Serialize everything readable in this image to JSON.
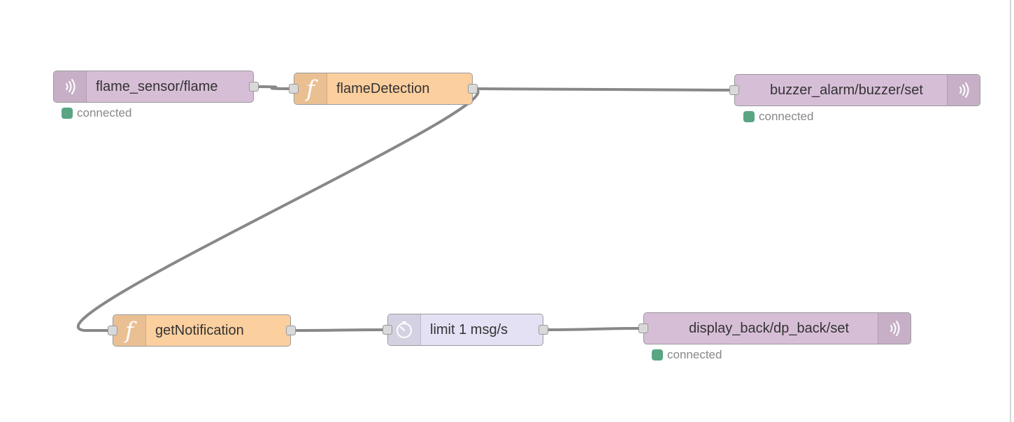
{
  "colors": {
    "mqtt_node": "#d7bed7",
    "function_node": "#fccf9f",
    "delay_node": "#e5e1f5",
    "wire": "#888888",
    "status_connected": "#59a584",
    "status_text": "#888888"
  },
  "nodes": [
    {
      "id": "mqtt-in-flame",
      "type": "mqtt in",
      "icon": "bridge-icon",
      "label": "flame_sensor/flame",
      "status": "connected"
    },
    {
      "id": "fn-flameDetection",
      "type": "function",
      "icon": "function-icon",
      "label": "flameDetection"
    },
    {
      "id": "mqtt-out-buzzer",
      "type": "mqtt out",
      "icon": "bridge-icon",
      "label": "buzzer_alarm/buzzer/set",
      "status": "connected"
    },
    {
      "id": "fn-getNotification",
      "type": "function",
      "icon": "function-icon",
      "label": "getNotification"
    },
    {
      "id": "delay-limit",
      "type": "delay",
      "icon": "timer-icon",
      "label": "limit 1 msg/s"
    },
    {
      "id": "mqtt-out-display",
      "type": "mqtt out",
      "icon": "bridge-icon",
      "label": "display_back/dp_back/set",
      "status": "connected"
    }
  ],
  "wires": [
    {
      "from": "mqtt-in-flame",
      "to": "fn-flameDetection"
    },
    {
      "from": "fn-flameDetection",
      "to": "mqtt-out-buzzer"
    },
    {
      "from": "fn-flameDetection",
      "to": "fn-getNotification"
    },
    {
      "from": "fn-getNotification",
      "to": "delay-limit"
    },
    {
      "from": "delay-limit",
      "to": "mqtt-out-display"
    }
  ]
}
